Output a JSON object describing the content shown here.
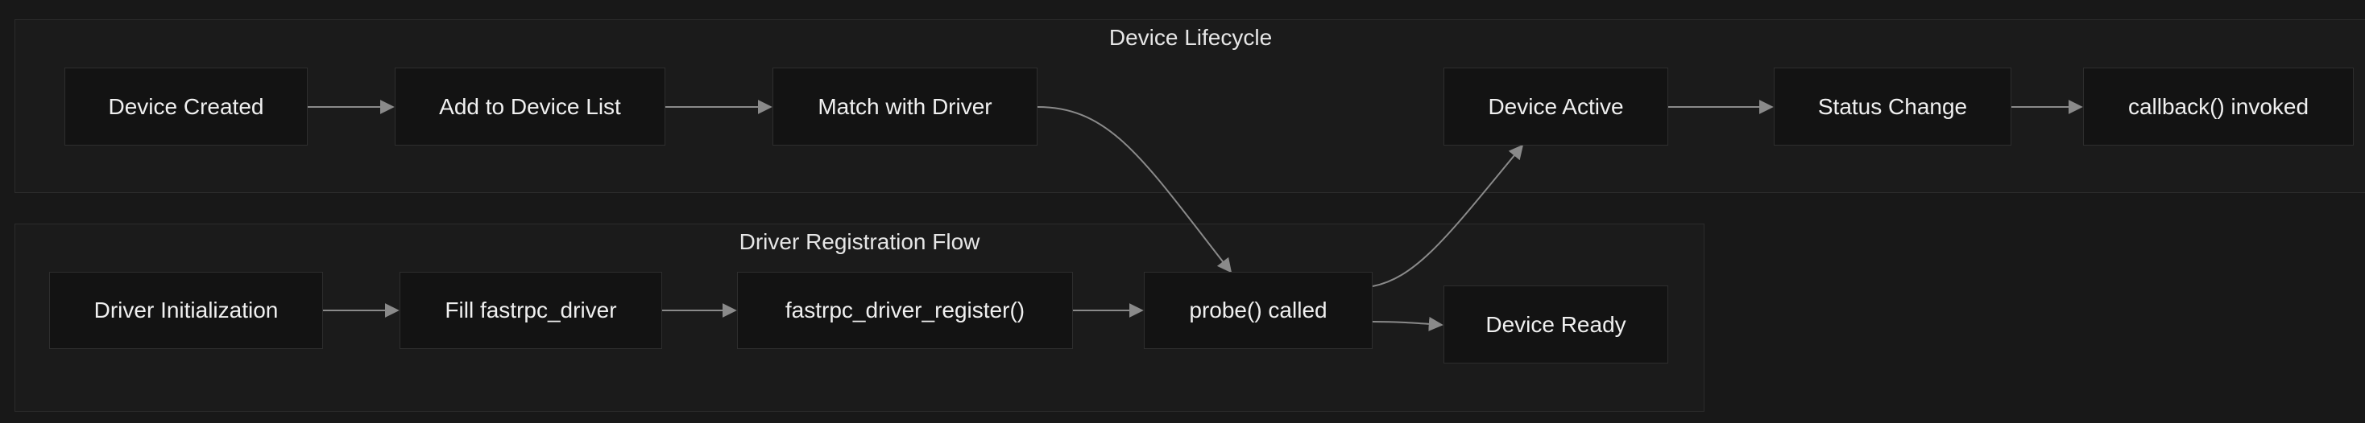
{
  "groups": {
    "lifecycle": {
      "title": "Device Lifecycle"
    },
    "registration": {
      "title": "Driver Registration Flow"
    }
  },
  "nodes": {
    "device_created": "Device Created",
    "add_to_device_list": "Add to Device List",
    "match_with_driver": "Match with Driver",
    "device_active": "Device Active",
    "status_change": "Status Change",
    "callback_invoked": "callback() invoked",
    "driver_initialization": "Driver Initialization",
    "fill_fastrpc_driver": "Fill fastrpc_driver",
    "fastrpc_driver_register": "fastrpc_driver_register()",
    "probe_called": "probe() called",
    "device_ready": "Device Ready"
  },
  "edges": [
    [
      "device_created",
      "add_to_device_list"
    ],
    [
      "add_to_device_list",
      "match_with_driver"
    ],
    [
      "match_with_driver",
      "probe_called"
    ],
    [
      "probe_called",
      "device_active"
    ],
    [
      "device_active",
      "status_change"
    ],
    [
      "status_change",
      "callback_invoked"
    ],
    [
      "driver_initialization",
      "fill_fastrpc_driver"
    ],
    [
      "fill_fastrpc_driver",
      "fastrpc_driver_register"
    ],
    [
      "fastrpc_driver_register",
      "probe_called"
    ],
    [
      "probe_called",
      "device_ready"
    ]
  ],
  "colors": {
    "background": "#181818",
    "group_fill": "#1b1b1b",
    "group_border": "#2c2c2c",
    "node_fill": "#131313",
    "node_border": "#2e2e2e",
    "text": "#f0f0f0",
    "edge": "#8a8a8a"
  }
}
